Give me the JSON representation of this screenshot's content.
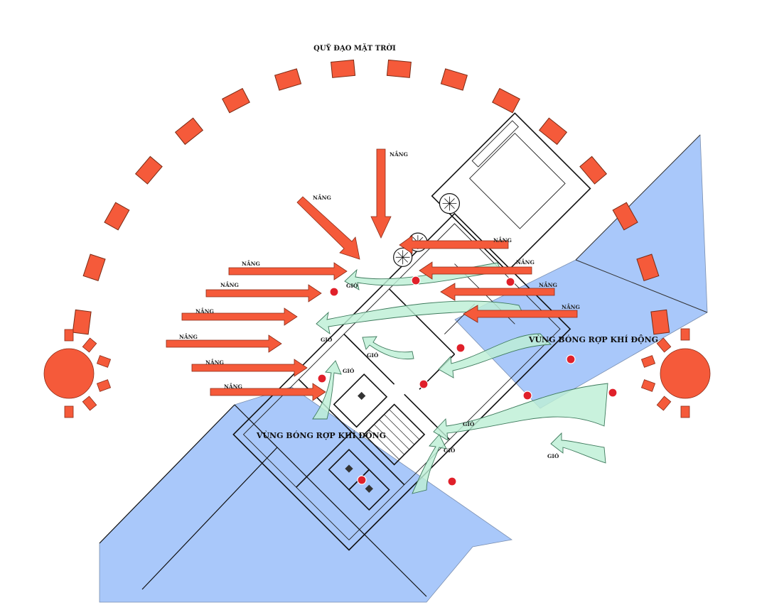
{
  "title": "QUỸ ĐẠO MẶT TRỜI",
  "sun_label": "NẮNG",
  "wind_label": "GIÓ",
  "shadow_zone_label": "VÙNG BÓNG RỢP KHÍ ĐỘNG",
  "colors": {
    "sun": "#F55A3A",
    "shadow_zone": "#A9C8FA",
    "wind": "#BDEFD6",
    "marker": "#E0202A"
  },
  "icons": [
    "sun-icon-west",
    "sun-icon-east",
    "sun-track-segment",
    "sun-arrow",
    "wind-arrow",
    "shadow-marker"
  ]
}
